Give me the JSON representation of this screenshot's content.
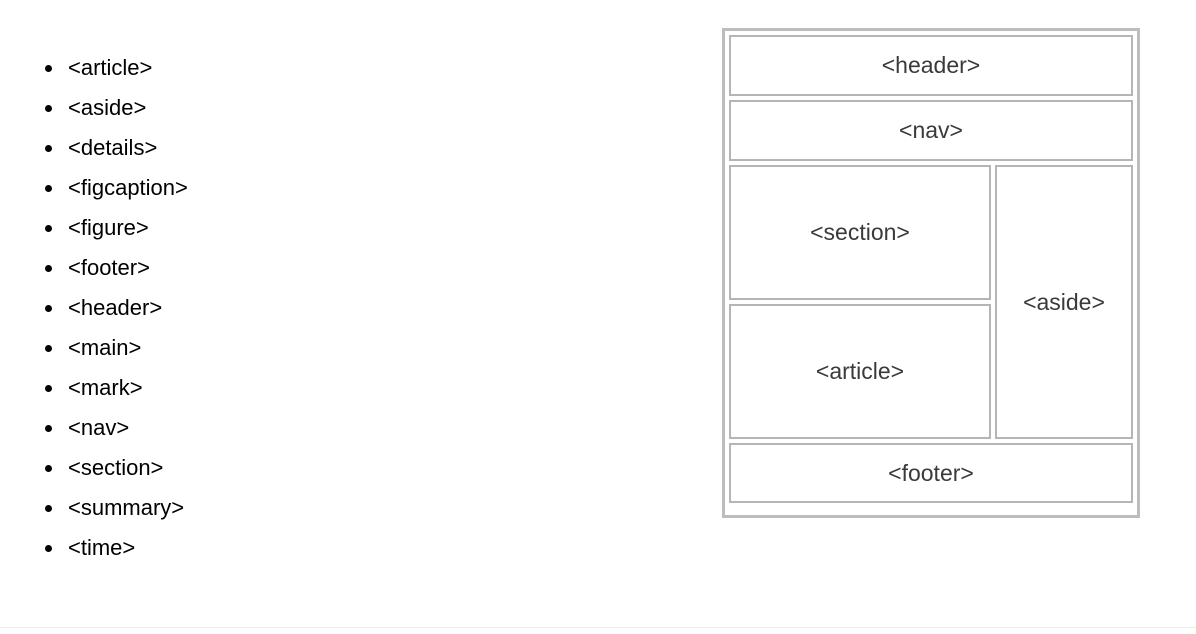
{
  "semantic_elements_list": {
    "bullet_style": "disc",
    "items": [
      {
        "label": "<article>"
      },
      {
        "label": "<aside>"
      },
      {
        "label": "<details>"
      },
      {
        "label": "<figcaption>"
      },
      {
        "label": "<figure>"
      },
      {
        "label": "<footer>"
      },
      {
        "label": "<header>"
      },
      {
        "label": "<main>"
      },
      {
        "label": "<mark>"
      },
      {
        "label": "<nav>"
      },
      {
        "label": "<section>"
      },
      {
        "label": "<summary>"
      },
      {
        "label": "<time>"
      }
    ]
  },
  "layout_diagram": {
    "boxes": {
      "header": "<header>",
      "nav": "<nav>",
      "section": "<section>",
      "article": "<article>",
      "aside": "<aside>",
      "footer": "<footer>"
    }
  },
  "colors": {
    "text": "#000000",
    "diagram_text": "#3a3a3a",
    "diagram_border": "#b5b5b5",
    "diagram_outer_border": "#bdbdbd",
    "background": "#ffffff",
    "rule": "#ededed"
  }
}
